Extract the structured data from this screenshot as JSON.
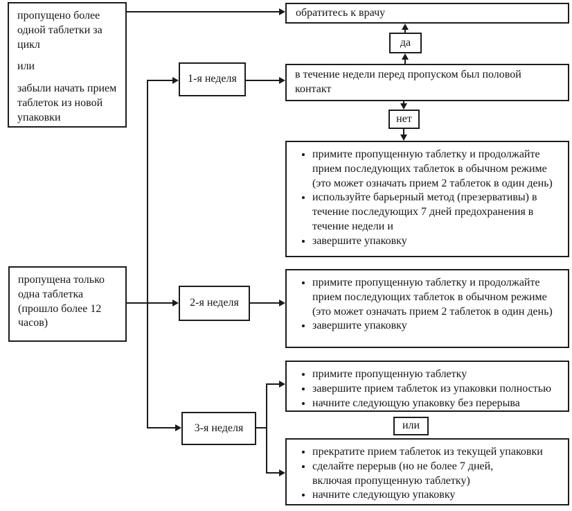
{
  "labels": {
    "yes": "да",
    "no": "нет",
    "or": "или"
  },
  "colors": {
    "line": "#1a1a1a",
    "text": "#141414",
    "background": "#ffffff"
  },
  "boxes": {
    "missed_multiple": {
      "p1": "пропущено более одной таблетки за цикл",
      "p2": "или",
      "p3": "забыли начать прием таблеток из новой упаковки"
    },
    "consult_doctor": "обратитесь к врачу",
    "week1": "1-я неделя",
    "week2": "2-я неделя",
    "week3": "3-я неделя",
    "intercourse_question": "в течение недели перед пропуском был половой контакт",
    "missed_one": "пропущена только одна таблетка (прошло более 12 часов)",
    "week1_actions": {
      "items": [
        "примите пропущенную таблетку и продолжайте прием последующих таблеток в обычном режиме (это может означать прием 2 таблеток в один день)",
        "используйте барьерный метод (презервативы) в течение последующих 7 дней предохранения в течение недели и",
        "завершите упаковку"
      ]
    },
    "week2_actions": {
      "items": [
        "примите пропущенную таблетку и продолжайте прием последующих таблеток в обычном режиме (это может означать прием 2 таблеток в один день)",
        "завершите упаковку"
      ]
    },
    "week3_option1": {
      "items": [
        "примите пропущенную таблетку",
        "завершите прием таблеток из упаковки полностью",
        "начните следующую упаковку без перерыва"
      ]
    },
    "week3_option2": {
      "items": [
        "прекратите прием таблеток из текущей упаковки",
        "сделайте перерыв (но не более 7 дней, включая пропущенную таблетку)",
        "начните следующую упаковку"
      ]
    }
  }
}
